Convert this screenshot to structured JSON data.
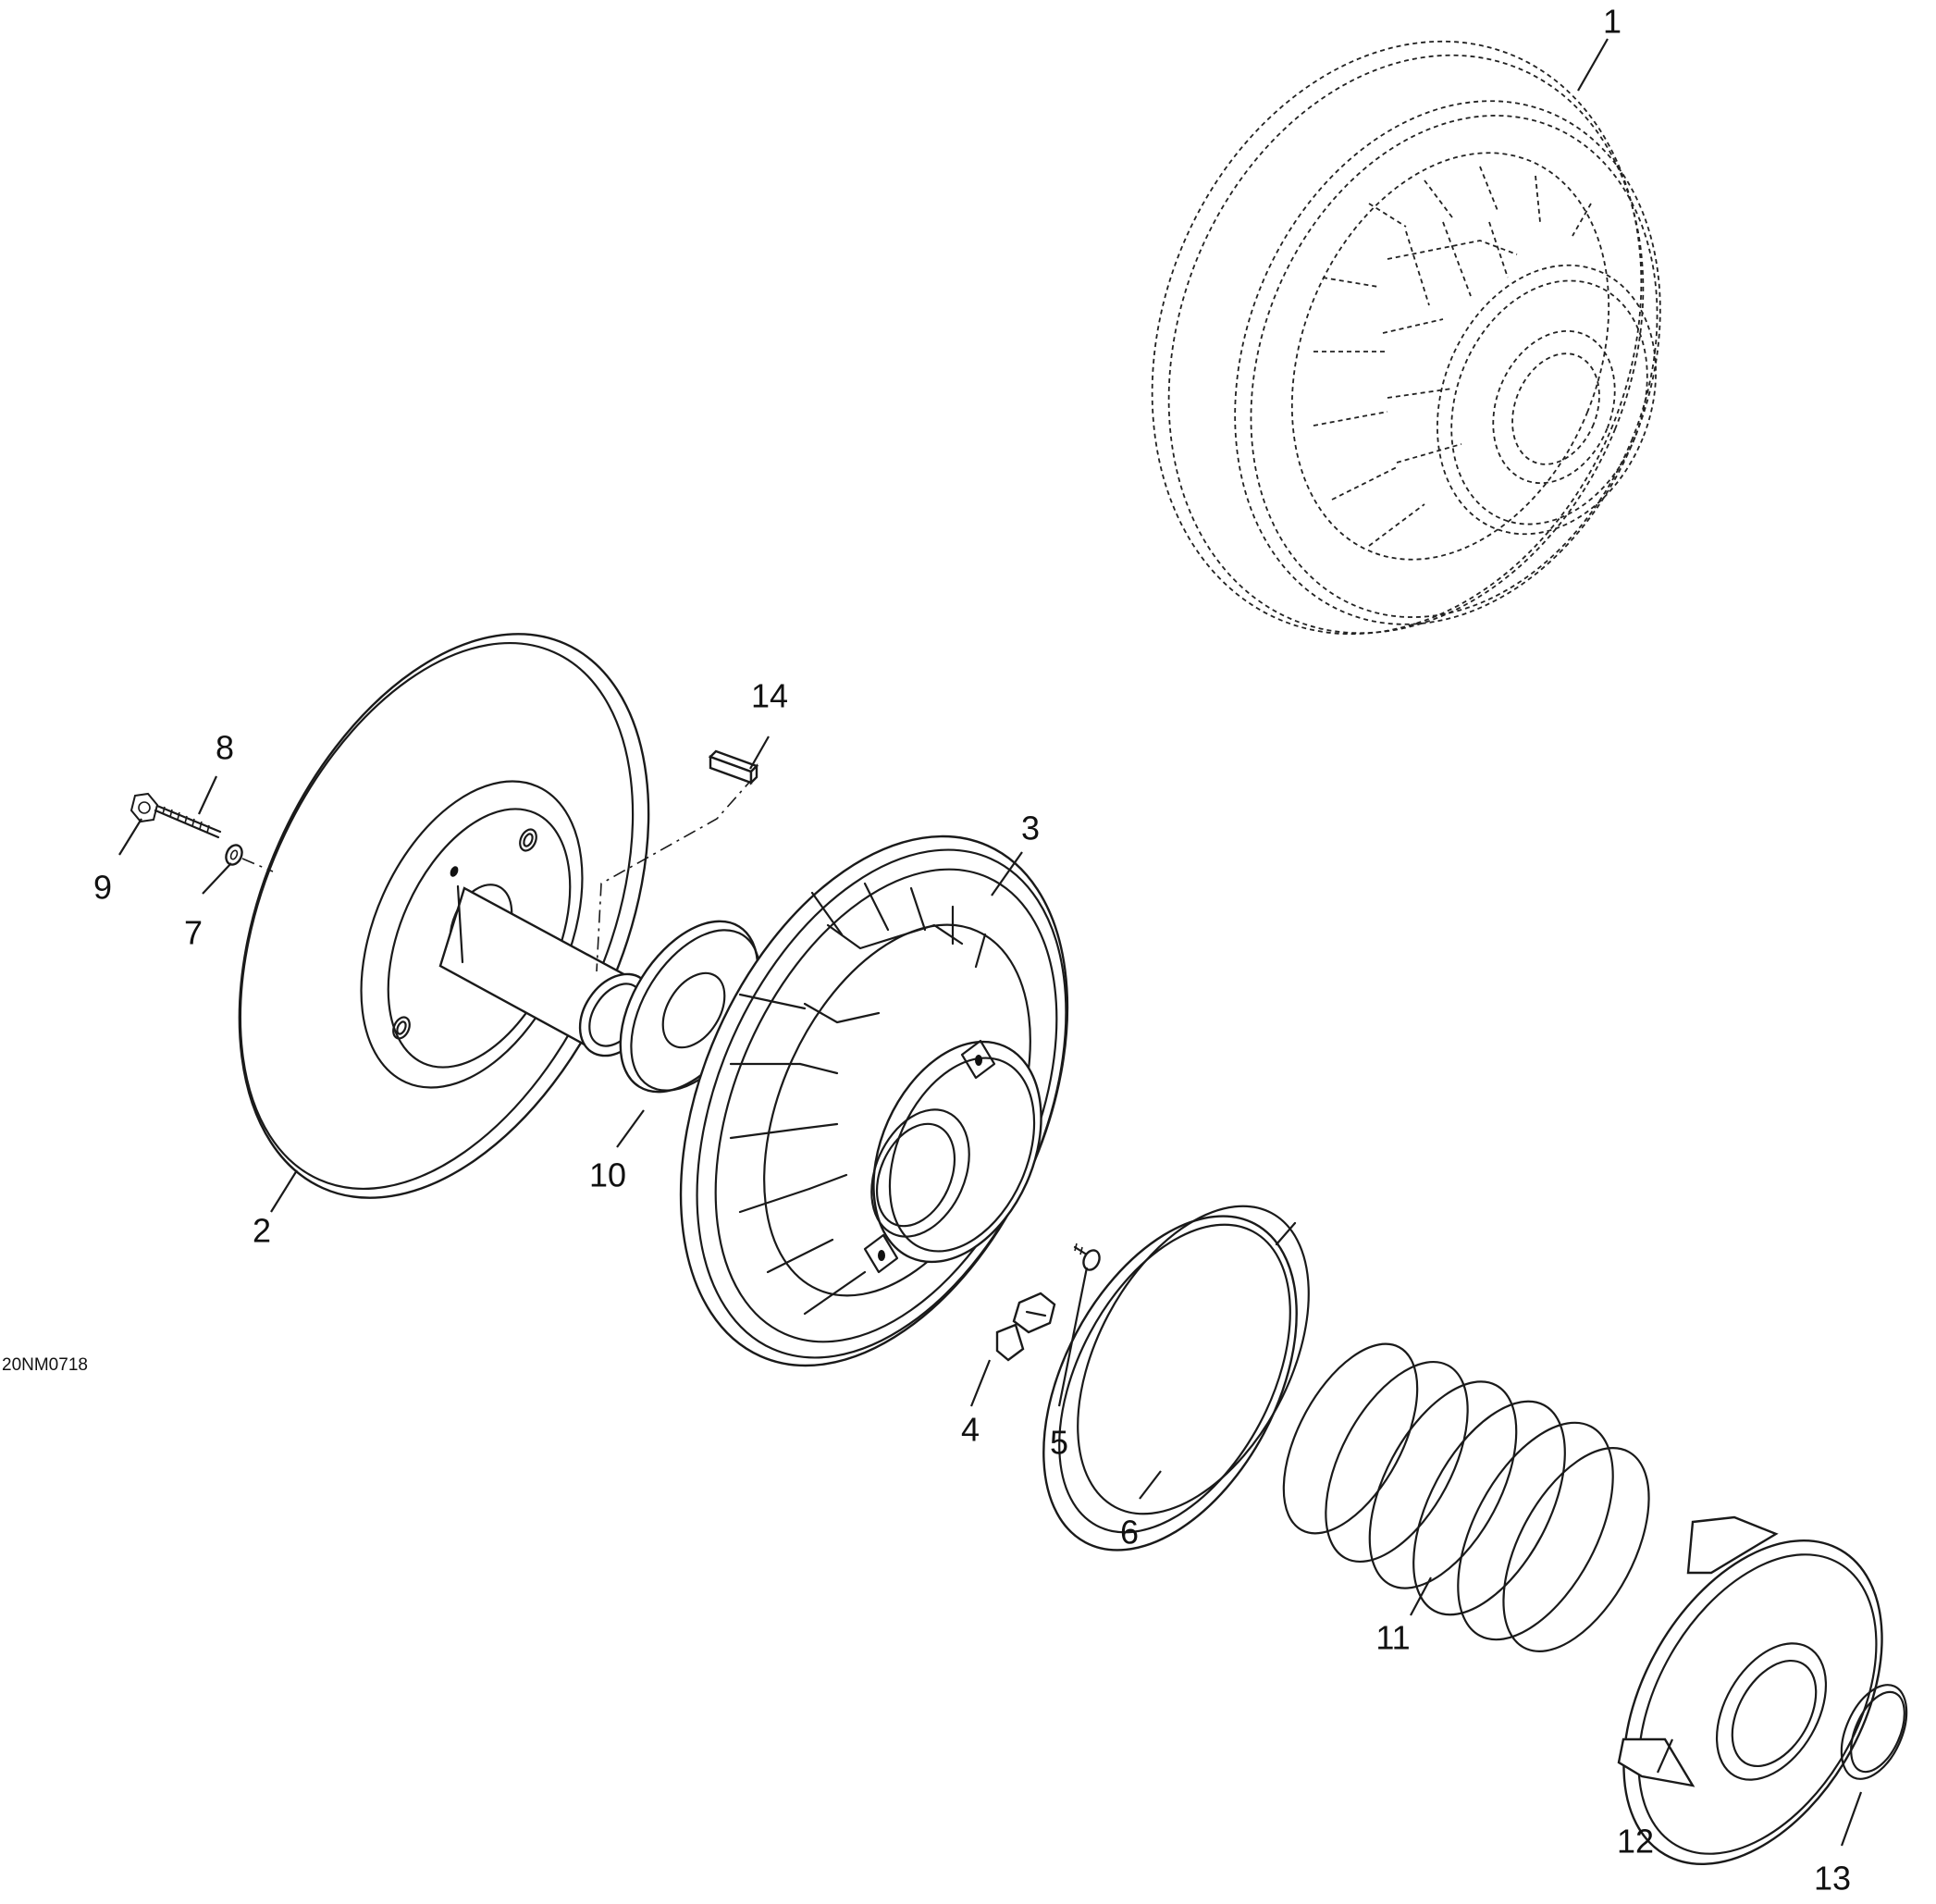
{
  "drawing_ref": "20NM0718",
  "callouts": [
    {
      "id": "1",
      "label": "1"
    },
    {
      "id": "2",
      "label": "2"
    },
    {
      "id": "3",
      "label": "3"
    },
    {
      "id": "4",
      "label": "4"
    },
    {
      "id": "5",
      "label": "5"
    },
    {
      "id": "6",
      "label": "6"
    },
    {
      "id": "7",
      "label": "7"
    },
    {
      "id": "8",
      "label": "8"
    },
    {
      "id": "9",
      "label": "9"
    },
    {
      "id": "10",
      "label": "10"
    },
    {
      "id": "11",
      "label": "11"
    },
    {
      "id": "12",
      "label": "12"
    },
    {
      "id": "13",
      "label": "13"
    },
    {
      "id": "14",
      "label": "14"
    }
  ]
}
